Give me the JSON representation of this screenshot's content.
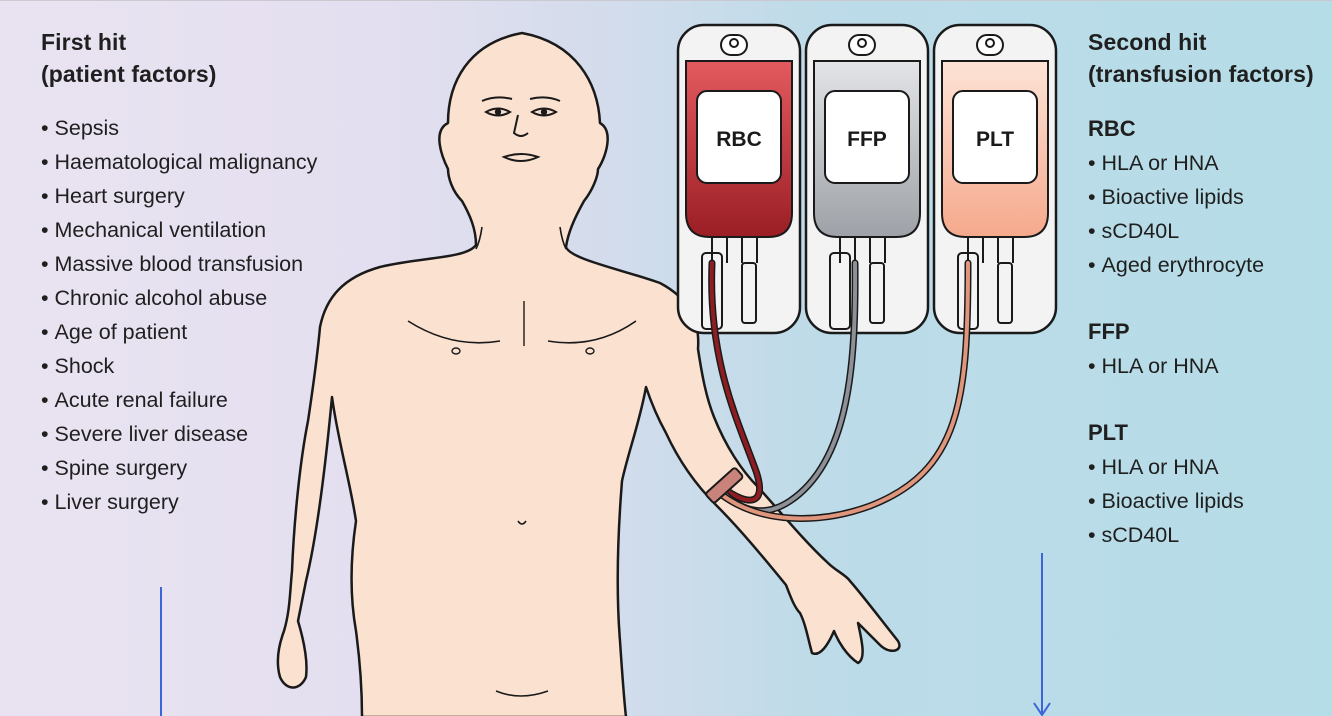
{
  "first_hit": {
    "title_line1": "First hit",
    "title_line2": "(patient factors)",
    "items": [
      "Sepsis",
      "Haematological malignancy",
      "Heart surgery",
      "Mechanical ventilation",
      "Massive blood transfusion",
      "Chronic alcohol abuse",
      "Age of patient",
      "Shock",
      "Acute renal failure",
      "Severe liver disease",
      "Spine surgery",
      "Liver surgery"
    ]
  },
  "second_hit": {
    "title_line1": "Second hit",
    "title_line2": "(transfusion factors)",
    "groups": [
      {
        "label": "RBC",
        "items": [
          "HLA or HNA",
          "Bioactive lipids",
          "sCD40L",
          "Aged erythrocyte"
        ]
      },
      {
        "label": "FFP",
        "items": [
          "HLA or HNA"
        ]
      },
      {
        "label": "PLT",
        "items": [
          "HLA or HNA",
          "Bioactive lipids",
          "sCD40L"
        ]
      }
    ]
  },
  "bags": [
    {
      "label": "RBC",
      "color": "#c0313a"
    },
    {
      "label": "FFP",
      "color": "#c3c6cb"
    },
    {
      "label": "PLT",
      "color": "#f6b49c"
    }
  ],
  "colors": {
    "skin": "#fbe1d0",
    "outline": "#1a1a1a",
    "rbc_tube": "#8e1d22",
    "ffp_tube": "#8d9097",
    "plt_tube": "#e0967c",
    "blue_line": "#3d64d8",
    "cannula": "#c9837a"
  }
}
